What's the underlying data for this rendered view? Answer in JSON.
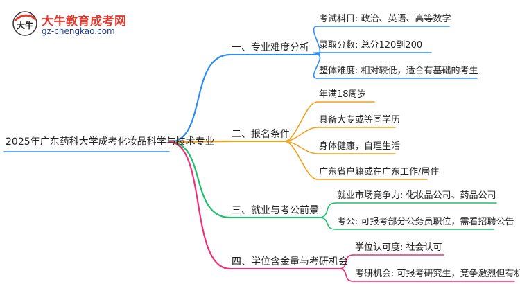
{
  "header": {
    "brand": "大牛教育成考网",
    "domain": "gz-chengkao.com",
    "mark_text": "大牛"
  },
  "mindmap": {
    "root": "2025年广东药科大学成考化妆品科学与技术专业",
    "branches": [
      {
        "label": "一、专业难度分析",
        "color": "#2f8cf0",
        "leaves": [
          "考试科目: 政治、英语、高等数学",
          "录取分数: 总分120到200",
          "整体难度: 相对较低，适合有基础的考生"
        ]
      },
      {
        "label": "二、报名条件",
        "color": "#f2a01a",
        "leaves": [
          "年满18周岁",
          "具备大专或等同学历",
          "身体健康，自理生活",
          "广东省户籍或在广东工作/居住"
        ]
      },
      {
        "label": "三、就业与考公前景",
        "color": "#1fbf6a",
        "leaves": [
          "就业市场竞争力: 化妆品公司、药品公司",
          "考公: 可报考部分公务员职位，需看招聘公告"
        ]
      },
      {
        "label": "四、学位含金量与考研机会",
        "color": "#ef2f78",
        "leaves": [
          "学位认可度: 社会认可",
          "考研机会: 可报考研究生，竞争激烈但有机会"
        ]
      }
    ]
  }
}
